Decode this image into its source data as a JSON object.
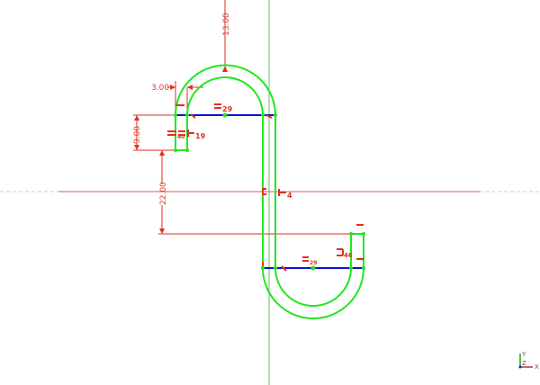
{
  "sketch": {
    "dimensions": {
      "height_top": "13.00",
      "wall_thickness": "3.00",
      "leg_length": "9.00",
      "offset": "22.00"
    },
    "constraint_labels": {
      "equal_top": "29",
      "equal_bottom": "29",
      "left_tag": "19",
      "left_tag2": "40",
      "mid_tag": "4",
      "bottom_tag": "46"
    }
  },
  "axis_indicator": {
    "x": "X",
    "y": "Y",
    "z": "Z"
  },
  "colors": {
    "geometry": "#22e622",
    "construction": "#1010d0",
    "dimension": "#e0301e",
    "axis_v": "#40c040",
    "axis_h": "#d04040"
  }
}
